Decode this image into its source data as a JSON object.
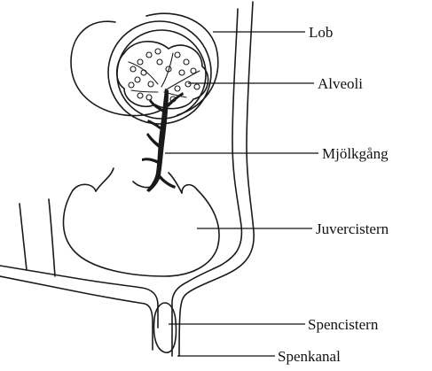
{
  "labels": {
    "lob": "Lob",
    "alveoli": "Alveoli",
    "mjolkgang": "Mjölkgång",
    "juvercistern": "Juvercistern",
    "spencistern": "Spencistern",
    "spenkanal": "Spenkanal"
  }
}
